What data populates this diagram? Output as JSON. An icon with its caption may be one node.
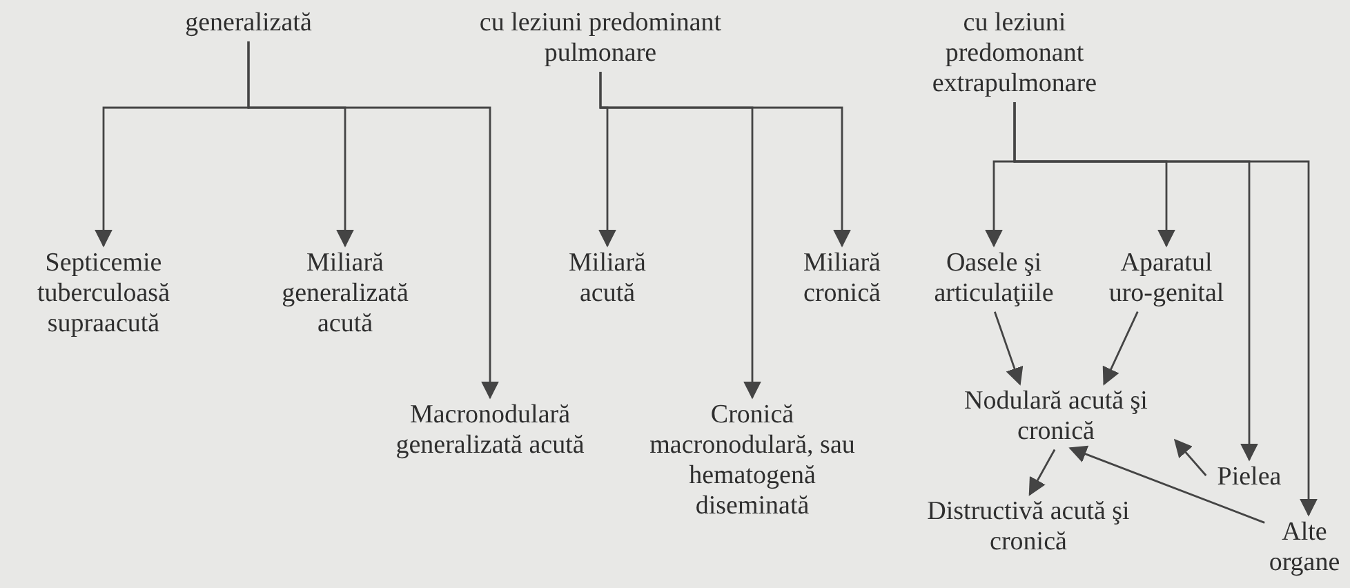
{
  "diagram": {
    "nodes": [
      {
        "text": [
          "generalizată"
        ]
      },
      {
        "text": [
          "cu leziuni predominant pulmonare"
        ]
      },
      {
        "text": [
          "cu leziuni predomonant extrapulmonare"
        ]
      },
      {
        "text": [
          "Septicemie tuberculoasă supraacută"
        ]
      },
      {
        "text": [
          "Miliară generalizată acută"
        ]
      },
      {
        "text": [
          "Macronodulară generalizată acută"
        ]
      },
      {
        "text": [
          "Miliară acută"
        ]
      },
      {
        "text": [
          "Cronică macronodulară, sau hematogenă diseminată"
        ]
      },
      {
        "text": [
          "Miliară cronică"
        ]
      },
      {
        "text": [
          "Oasele şi articulaţiile"
        ]
      },
      {
        "text": [
          "Aparatul uro-genital"
        ]
      },
      {
        "text": [
          "Nodulară acută şi cronică"
        ]
      },
      {
        "text": [
          "Pielea"
        ]
      },
      {
        "text": [
          "Distructivă acută şi cronică"
        ]
      },
      {
        "text": [
          "Alte organe"
        ]
      }
    ],
    "edges": [
      {
        "from": 0,
        "to": 3,
        "arrow": "to"
      },
      {
        "from": 0,
        "to": 4,
        "arrow": "to"
      },
      {
        "from": 0,
        "to": 5,
        "arrow": "to"
      },
      {
        "from": 1,
        "to": 6,
        "arrow": "to"
      },
      {
        "from": 1,
        "to": 7,
        "arrow": "to"
      },
      {
        "from": 1,
        "to": 8,
        "arrow": "to"
      },
      {
        "from": 2,
        "to": 9,
        "arrow": "to"
      },
      {
        "from": 2,
        "to": 10,
        "arrow": "to"
      },
      {
        "from": 2,
        "to": 12,
        "arrow": "to"
      },
      {
        "from": 2,
        "to": 14,
        "arrow": "to"
      },
      {
        "from": 9,
        "to": 11,
        "arrow": "to"
      },
      {
        "from": 10,
        "to": 11,
        "arrow": "to"
      },
      {
        "from": 12,
        "to": 11,
        "arrow": "to"
      },
      {
        "from": 14,
        "to": 11,
        "arrow": "to"
      },
      {
        "from": 11,
        "to": 13,
        "arrow": "to"
      }
    ]
  }
}
